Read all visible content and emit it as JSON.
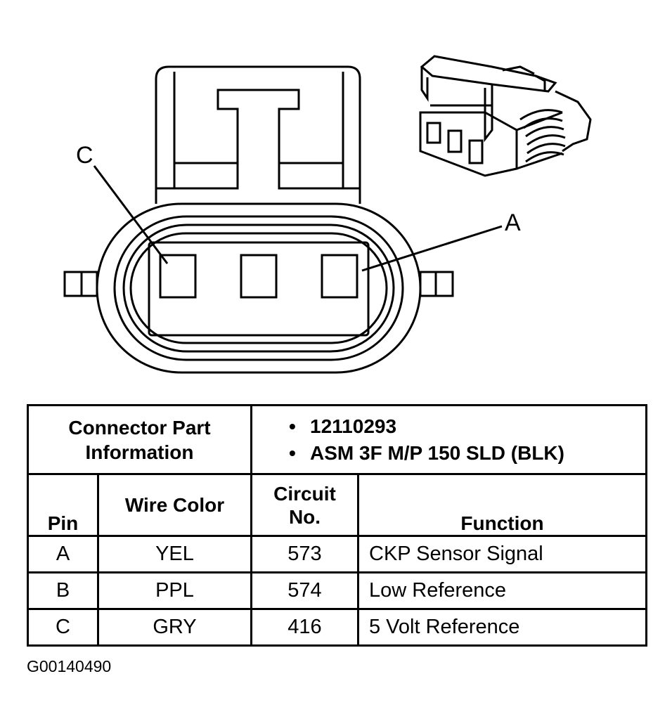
{
  "diagram": {
    "pin_label_c": "C",
    "pin_label_a": "A"
  },
  "table": {
    "part_info_label_line1": "Connector Part",
    "part_info_label_line2": "Information",
    "part_info": [
      "12110293",
      "ASM 3F M/P 150 SLD (BLK)"
    ],
    "bullet": "•",
    "headers": {
      "pin": "Pin",
      "wire_color": "Wire Color",
      "circuit_line1": "Circuit",
      "circuit_line2": "No.",
      "function": "Function"
    },
    "rows": [
      {
        "pin": "A",
        "wire_color": "YEL",
        "circuit": "573",
        "function": "CKP Sensor Signal"
      },
      {
        "pin": "B",
        "wire_color": "PPL",
        "circuit": "574",
        "function": "Low Reference"
      },
      {
        "pin": "C",
        "wire_color": "GRY",
        "circuit": "416",
        "function": "5 Volt Reference"
      }
    ]
  },
  "caption": "G00140490"
}
